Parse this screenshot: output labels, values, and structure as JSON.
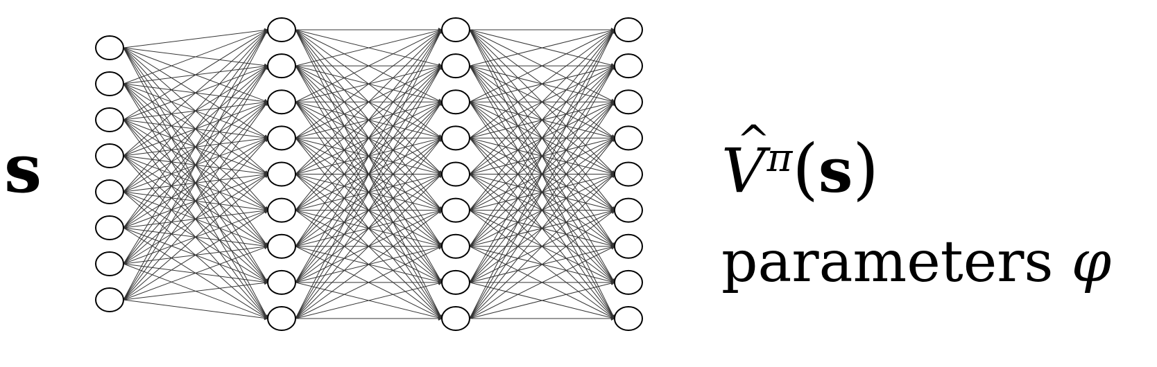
{
  "diagram": {
    "input_label": "s",
    "output": {
      "hat": "^",
      "symbol": "V",
      "superscript": "π",
      "open_paren": "(",
      "argument": "s",
      "close_paren": ")"
    },
    "parameters": {
      "text": "parameters",
      "symbol": "φ"
    },
    "layers": [
      {
        "name": "input",
        "neurons": 8
      },
      {
        "name": "hidden-1",
        "neurons": 9
      },
      {
        "name": "hidden-2",
        "neurons": 9
      },
      {
        "name": "output-layer",
        "neurons": 9
      }
    ],
    "colors": {
      "stroke": "#000000",
      "edge": "#333333",
      "background": "#ffffff"
    }
  }
}
